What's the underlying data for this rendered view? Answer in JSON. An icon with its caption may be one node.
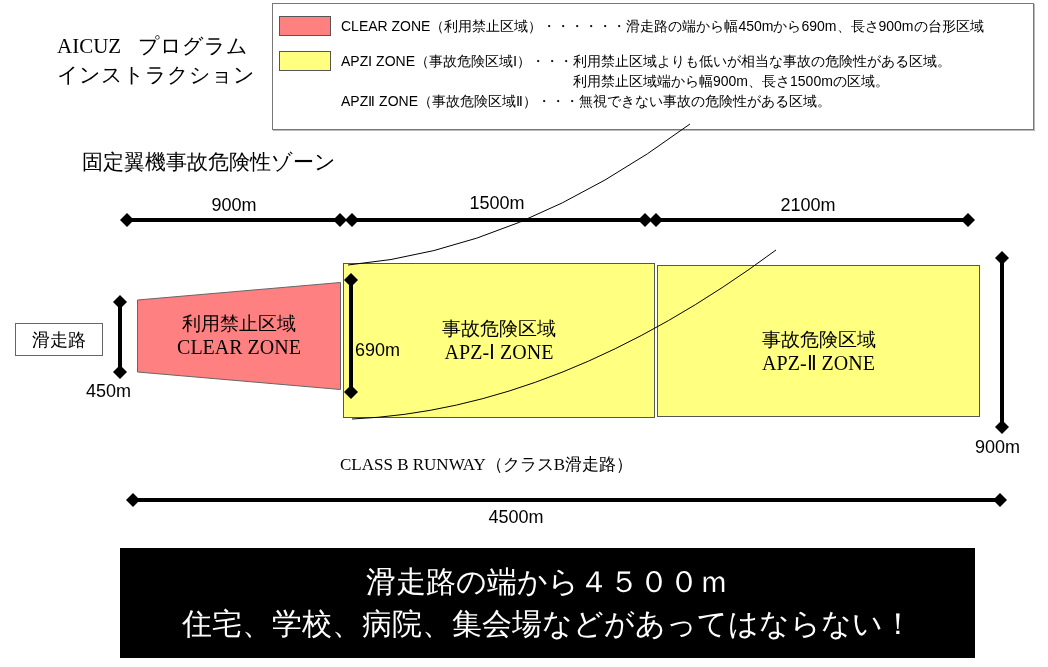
{
  "diagram": {
    "title": "AICUZ プログラムインストラクション",
    "nodes": [
      {
        "text": [
          "滑走路"
        ]
      },
      {
        "text": [
          "利用禁止区域",
          "CLEAR ZONE"
        ]
      },
      {
        "text": [
          "事故危険区域",
          "APZ-Ⅰ ZONE"
        ]
      },
      {
        "text": [
          "事故危険区域",
          "APZ-Ⅱ ZONE"
        ]
      },
      {
        "text": [
          "滑走路の端から４５００ｍ",
          "住宅、学校、病院、集会場などがあってはならない！"
        ]
      }
    ],
    "labels": [
      "固定翼機事故危険性ゾーン",
      "900m",
      "1500m",
      "2100m",
      "690m",
      "450m",
      "900m",
      "CLASS B RUNWAY（クラスB滑走路）",
      "4500m"
    ],
    "legend": [
      {
        "text": "CLEAR ZONE（利用禁止区域）・・・・・・滑走路の端から幅450mから690m、長さ900mの台形区域",
        "color": "#ff8080"
      },
      {
        "text": "APZⅠ ZONE（事故危険区域Ⅰ）・・・利用禁止区域よりも低いが相当な事故の危険性がある区域。利用禁止区域端から幅900m、長さ1500mの区域。",
        "color": "#ffff80"
      },
      {
        "text": "APZⅡ ZONE（事故危険区域Ⅱ）・・・無視できない事故の危険性がある区域。"
      }
    ]
  }
}
